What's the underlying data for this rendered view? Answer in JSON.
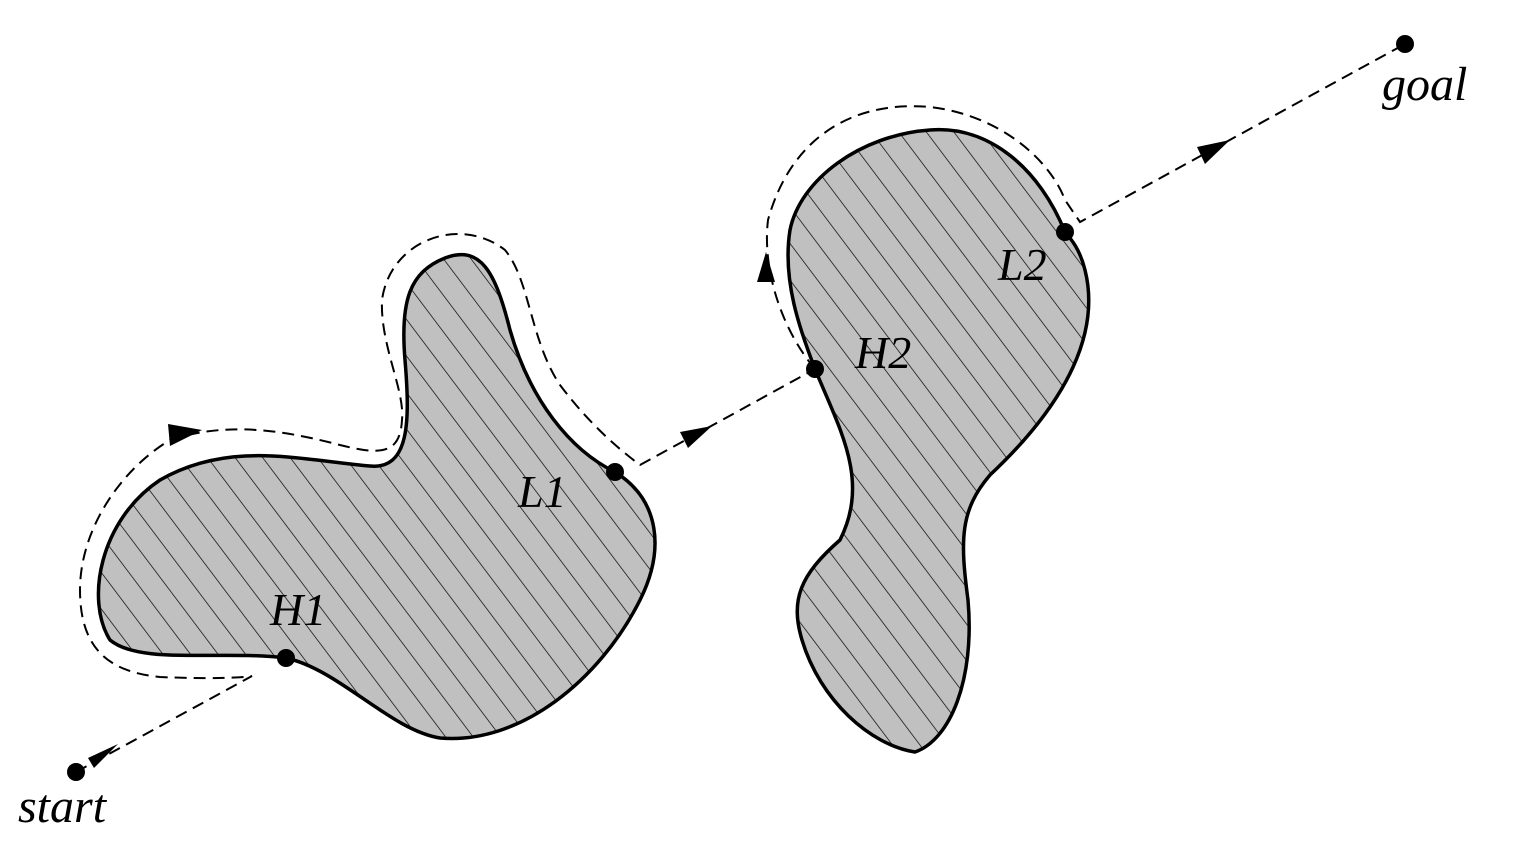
{
  "diagram": {
    "labels": {
      "start": "start",
      "goal": "goal",
      "h1": "H1",
      "l1": "L1",
      "h2": "H2",
      "l2": "L2"
    },
    "colors": {
      "obstacle_fill": "#c0c0c0",
      "hatch_line": "#000000",
      "stroke": "#000000",
      "background": "#ffffff"
    }
  }
}
